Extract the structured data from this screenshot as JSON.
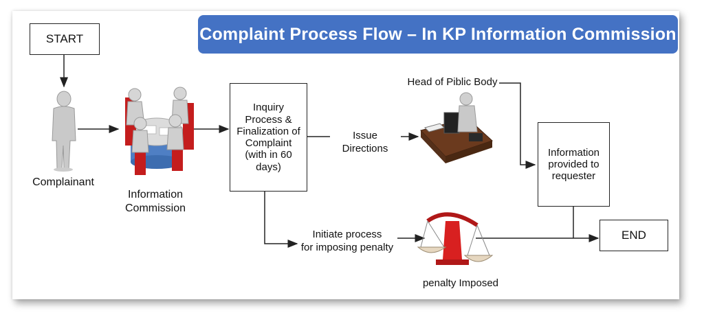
{
  "title": "Complaint Process Flow – In KP Information Commission",
  "nodes": {
    "start": "START",
    "complainant": "Complainant",
    "commission": "Information\nCommission",
    "inquiry": "Inquiry\nProcess &\nFinalization of\nComplaint\n(with in 60\ndays)",
    "head": "Head of Piblic Body",
    "info_provided": "Information\nprovided to\nrequester",
    "end": "END",
    "penalty_imposed": "penalty Imposed"
  },
  "edges": {
    "issue_directions": "Issue Directions",
    "initiate_penalty": "Initiate process\nfor imposing penalty"
  },
  "colors": {
    "title_bg": "#4472c4",
    "accent_red": "#d62020",
    "person": "#c9c9c9"
  }
}
